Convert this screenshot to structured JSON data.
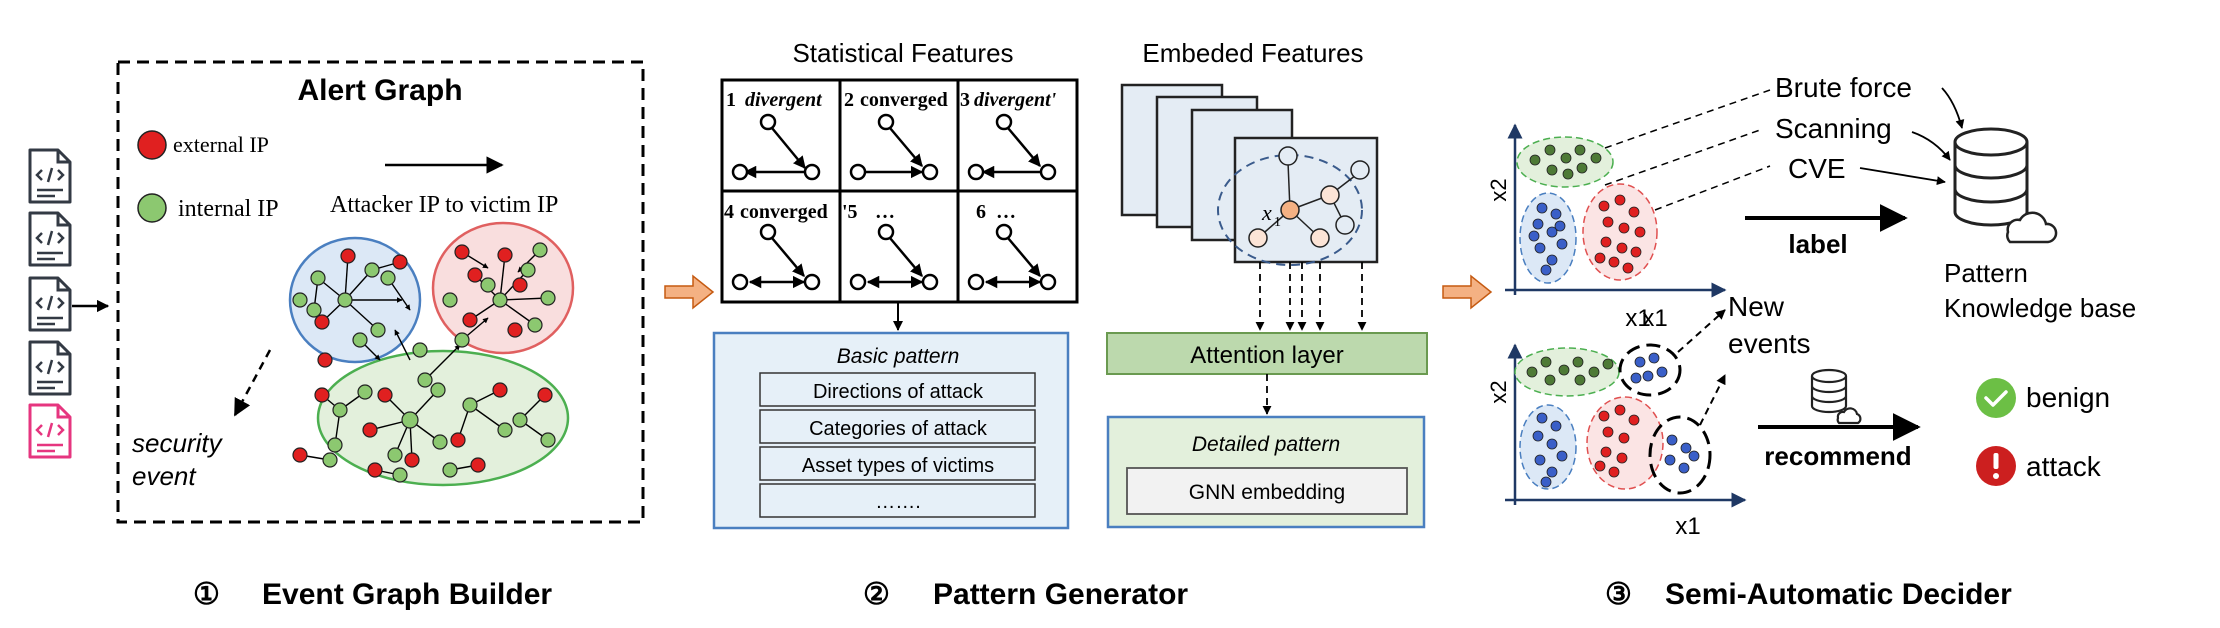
{
  "stage1": {
    "title": "Alert Graph",
    "legend_external": "external IP",
    "legend_internal": "internal IP",
    "legend_arrow": "Attacker IP to victim IP",
    "security_event_1": "security",
    "security_event_2": "event",
    "caption_num": "①",
    "caption": "Event Graph Builder"
  },
  "stage2": {
    "stat_title": "Statistical Features",
    "embed_title": "Embeded Features",
    "cells": [
      {
        "num": "1",
        "label": "divergent"
      },
      {
        "num": "2",
        "label": "converged"
      },
      {
        "num": "3",
        "label": "divergent'"
      },
      {
        "num": "4",
        "label": "converged"
      },
      {
        "num": "'5",
        "label": "…"
      },
      {
        "num": "6",
        "label": "…"
      }
    ],
    "basic_pattern": "Basic pattern",
    "basic_items": [
      "Directions of attack",
      "Categories of attack",
      "Asset types of victims",
      "……."
    ],
    "embed_node_label": "x",
    "embed_node_sub": "1",
    "attention": "Attention layer",
    "detailed_pattern": "Detailed pattern",
    "gnn": "GNN embedding",
    "caption_num": "②",
    "caption": "Pattern Generator"
  },
  "stage3": {
    "brute_force": "Brute force",
    "scanning": "Scanning",
    "cve": "CVE",
    "label": "label",
    "kb_1": "Pattern",
    "kb_2": "Knowledge base",
    "axis_x": "x1",
    "axis_y": "x2",
    "new_events_1": "New",
    "new_events_2": "events",
    "recommend": "recommend",
    "benign": "benign",
    "attack": "attack",
    "caption_num": "③",
    "caption": "Semi-Automatic Decider"
  },
  "colors": {
    "red_node": "#e02020",
    "green_node": "#8cc870",
    "blue_node": "#3a5fc8",
    "blue_cluster": "#dce8f6",
    "red_cluster": "#f9dede",
    "green_cluster": "#e3f0dc",
    "attention_fill": "#bcd9ad",
    "pattern_fill": "#e6f0f8",
    "arrow_orange": "#f4b183",
    "pink_doc": "#e6357f"
  },
  "icons": [
    "code-file-icon",
    "database-icon",
    "cloud-icon",
    "check-icon",
    "exclamation-icon"
  ]
}
